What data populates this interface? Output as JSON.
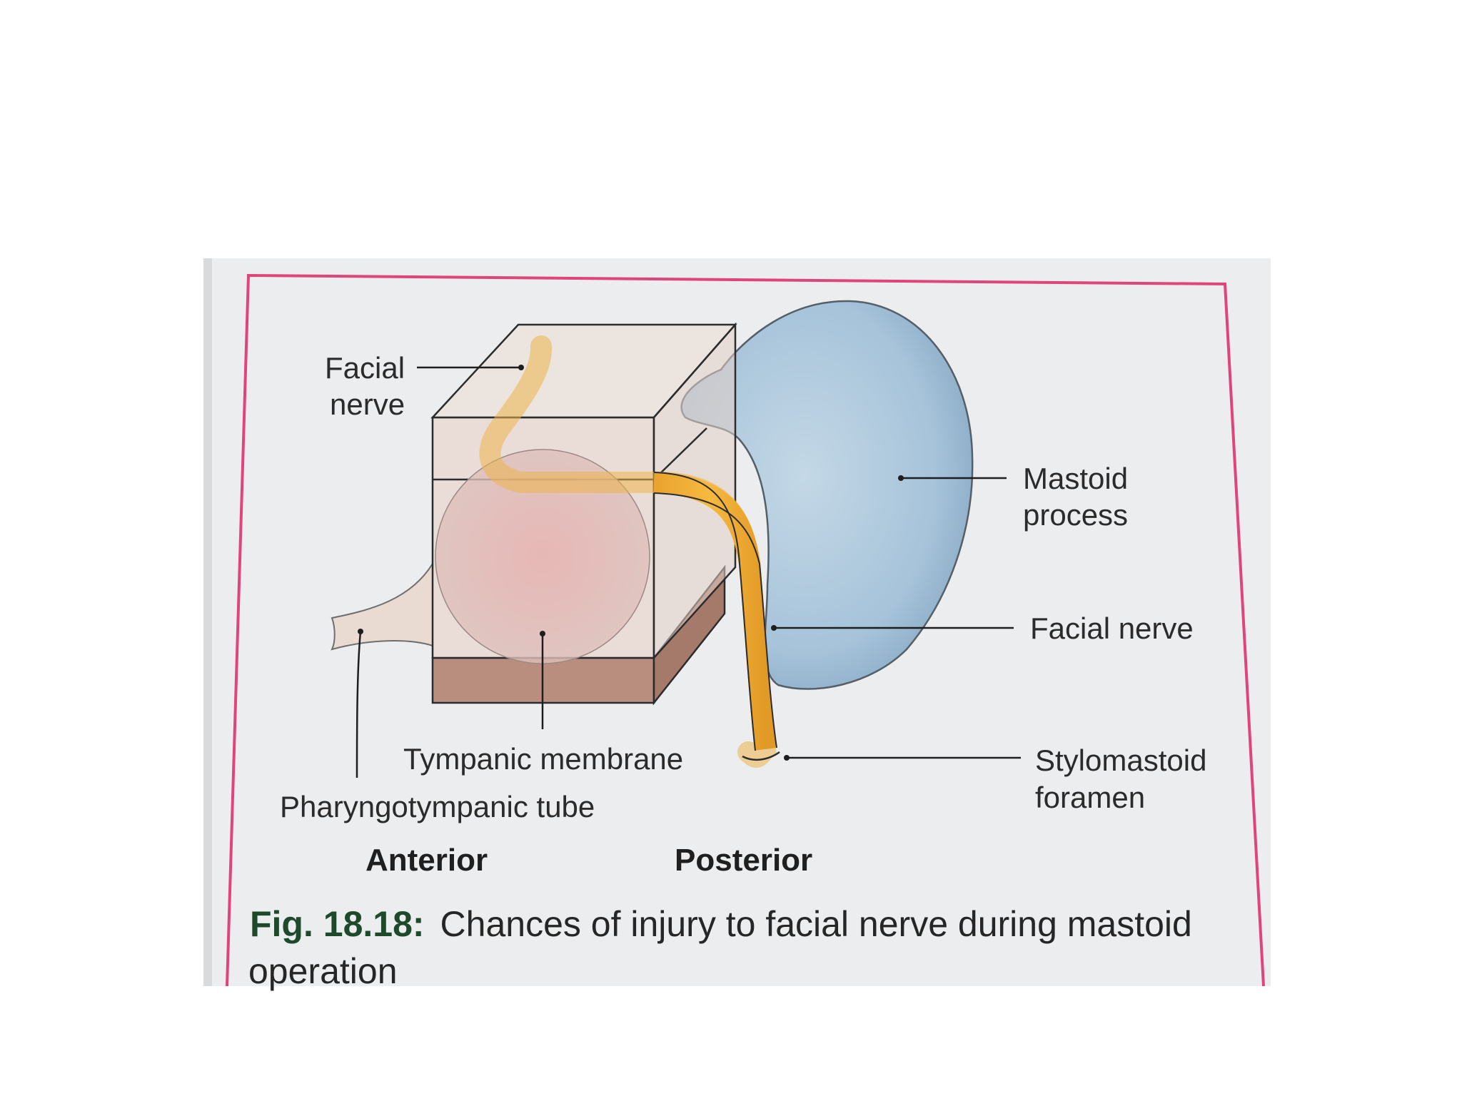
{
  "labels": {
    "facial_nerve_top": [
      "Facial",
      "nerve"
    ],
    "mastoid_process": [
      "Mastoid",
      "process"
    ],
    "facial_nerve_right": "Facial nerve",
    "stylomastoid_foramen": [
      "Stylomastoid",
      "foramen"
    ],
    "tympanic_membrane": "Tympanic membrane",
    "pharyngotympanic_tube": "Pharyngotympanic tube",
    "anterior": "Anterior",
    "posterior": "Posterior"
  },
  "caption": {
    "number": "Fig. 18.18:",
    "text_line1": "Chances of injury to facial nerve during mastoid",
    "text_line2": "operation"
  },
  "colors": {
    "page_background": "#ffffff",
    "paper": "#ecedee",
    "frame_border": "#e0457a",
    "mastoid_fill": "#a9c6dc",
    "nerve_fill": "#f1b23a",
    "membrane_fill": "#e9b7b4",
    "block_base": "#b98e7e"
  }
}
